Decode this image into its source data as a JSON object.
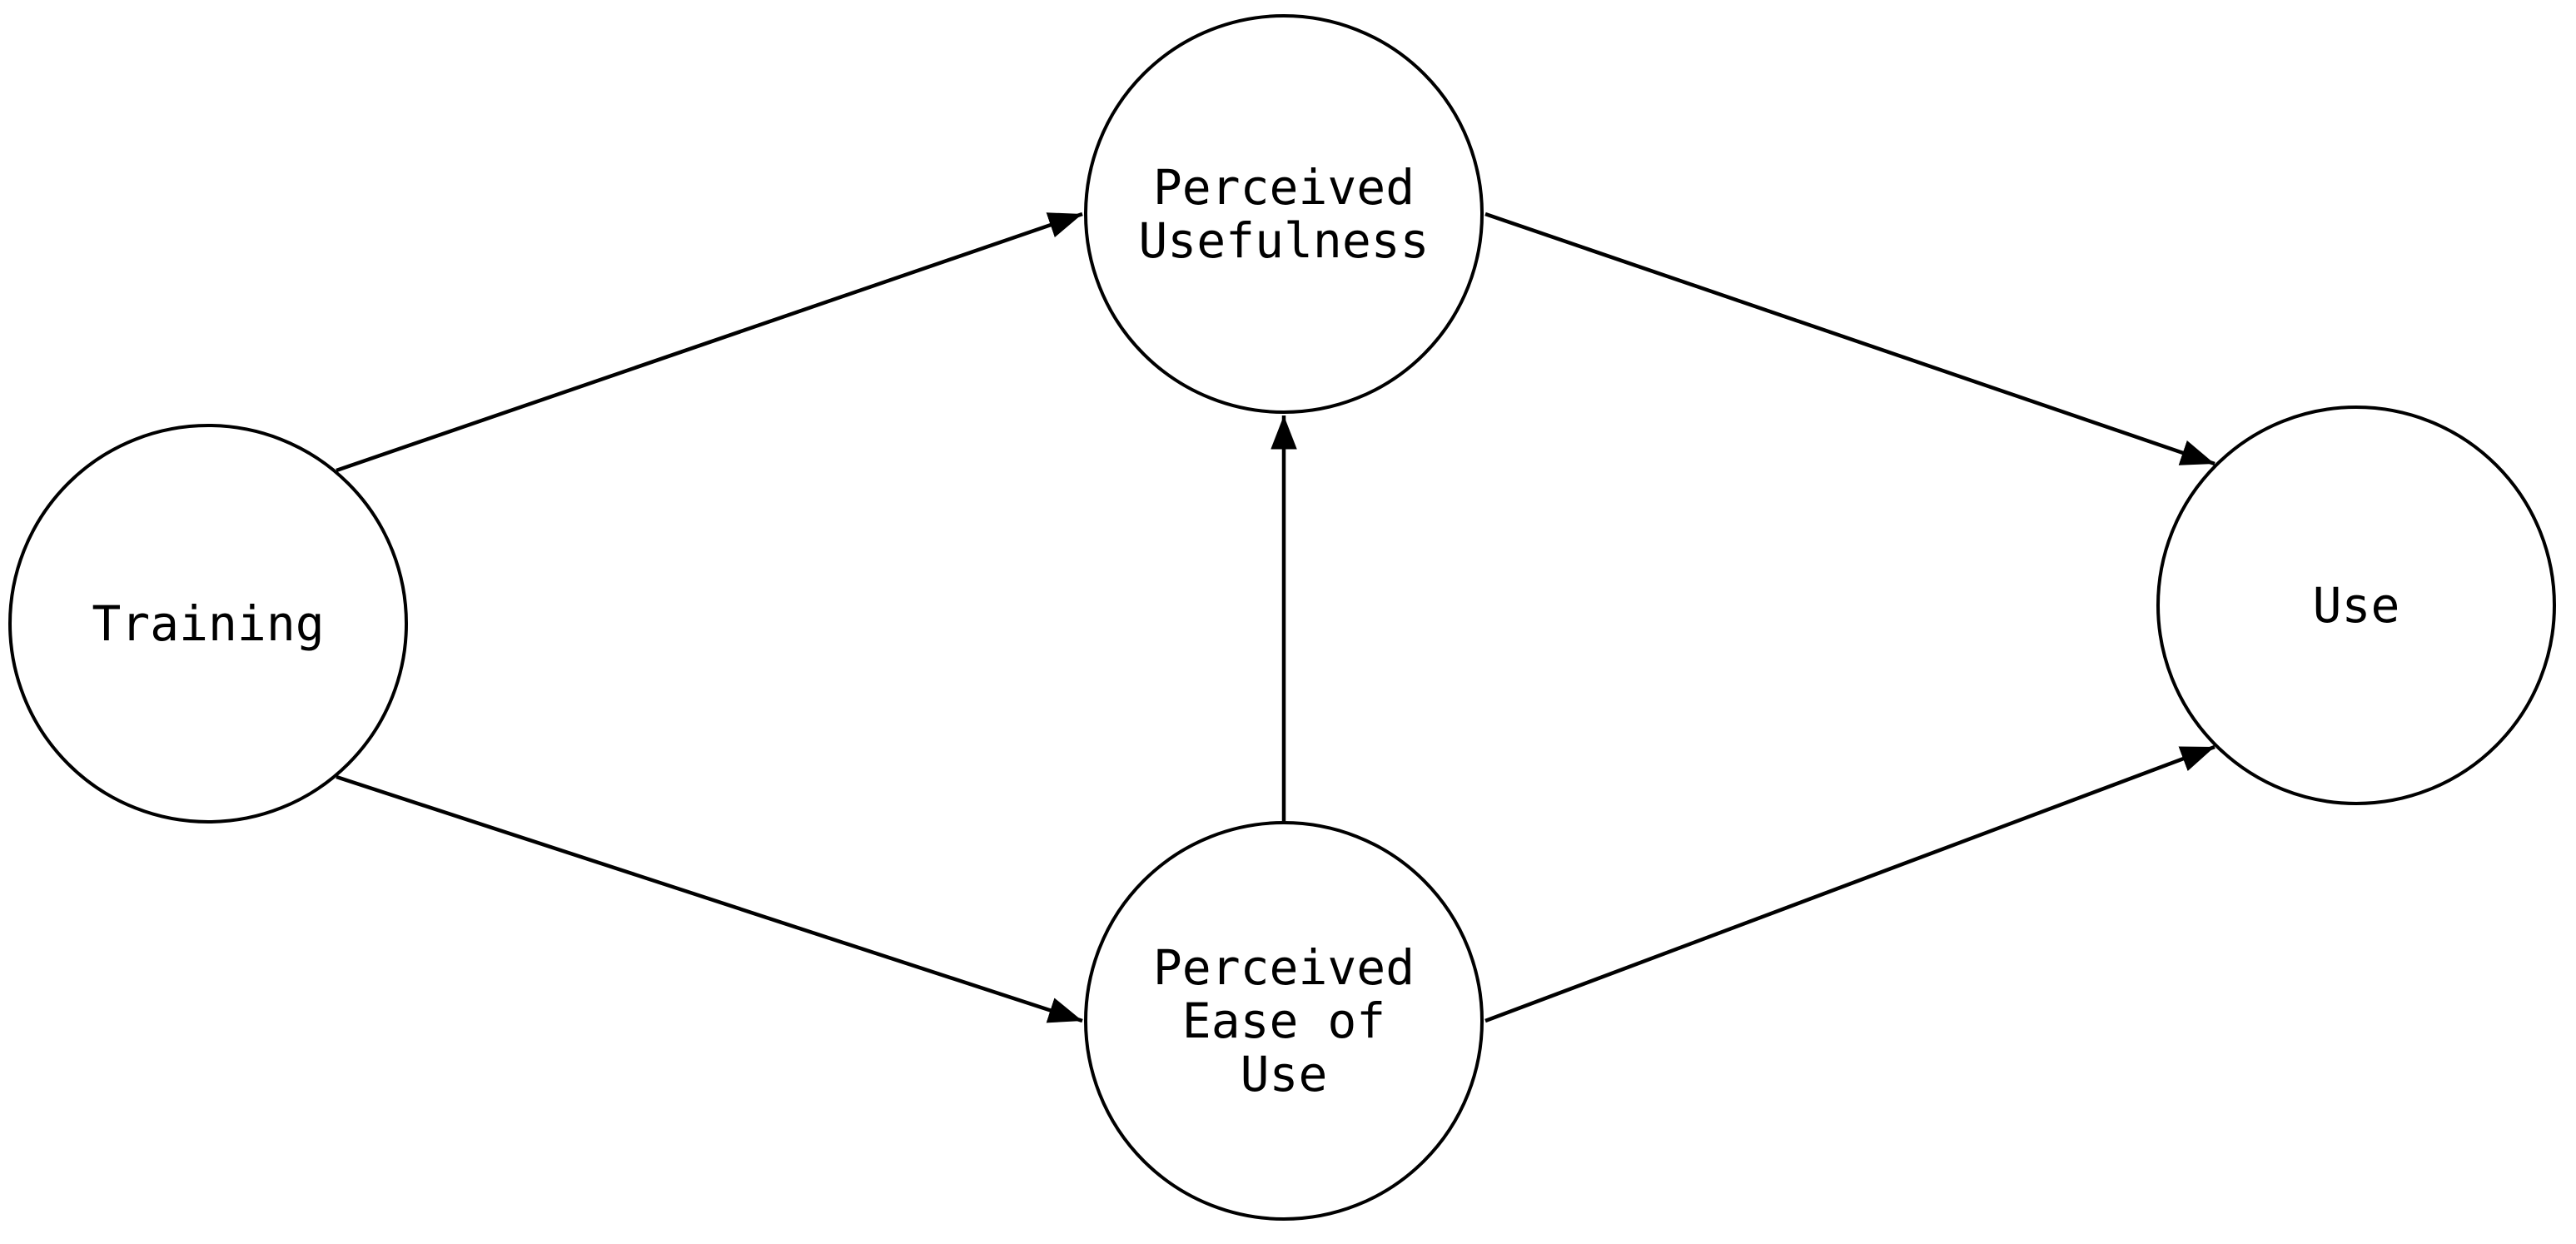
{
  "diagram": {
    "type": "directed-graph",
    "node_shape": "circle",
    "arrow_style": "filled-triangle",
    "background_color": "#ffffff",
    "stroke_color": "#000000",
    "text_color": "#000000",
    "nodes": [
      {
        "id": "training",
        "label": "Training"
      },
      {
        "id": "perceived_usefulness",
        "label": "Perceived\nUsefulness"
      },
      {
        "id": "perceived_ease_of_use",
        "label": "Perceived\nEase of\nUse"
      },
      {
        "id": "use",
        "label": "Use"
      }
    ],
    "edges": [
      {
        "from": "training",
        "to": "perceived_usefulness"
      },
      {
        "from": "training",
        "to": "perceived_ease_of_use"
      },
      {
        "from": "perceived_ease_of_use",
        "to": "perceived_usefulness"
      },
      {
        "from": "perceived_usefulness",
        "to": "use"
      },
      {
        "from": "perceived_ease_of_use",
        "to": "use"
      }
    ]
  }
}
